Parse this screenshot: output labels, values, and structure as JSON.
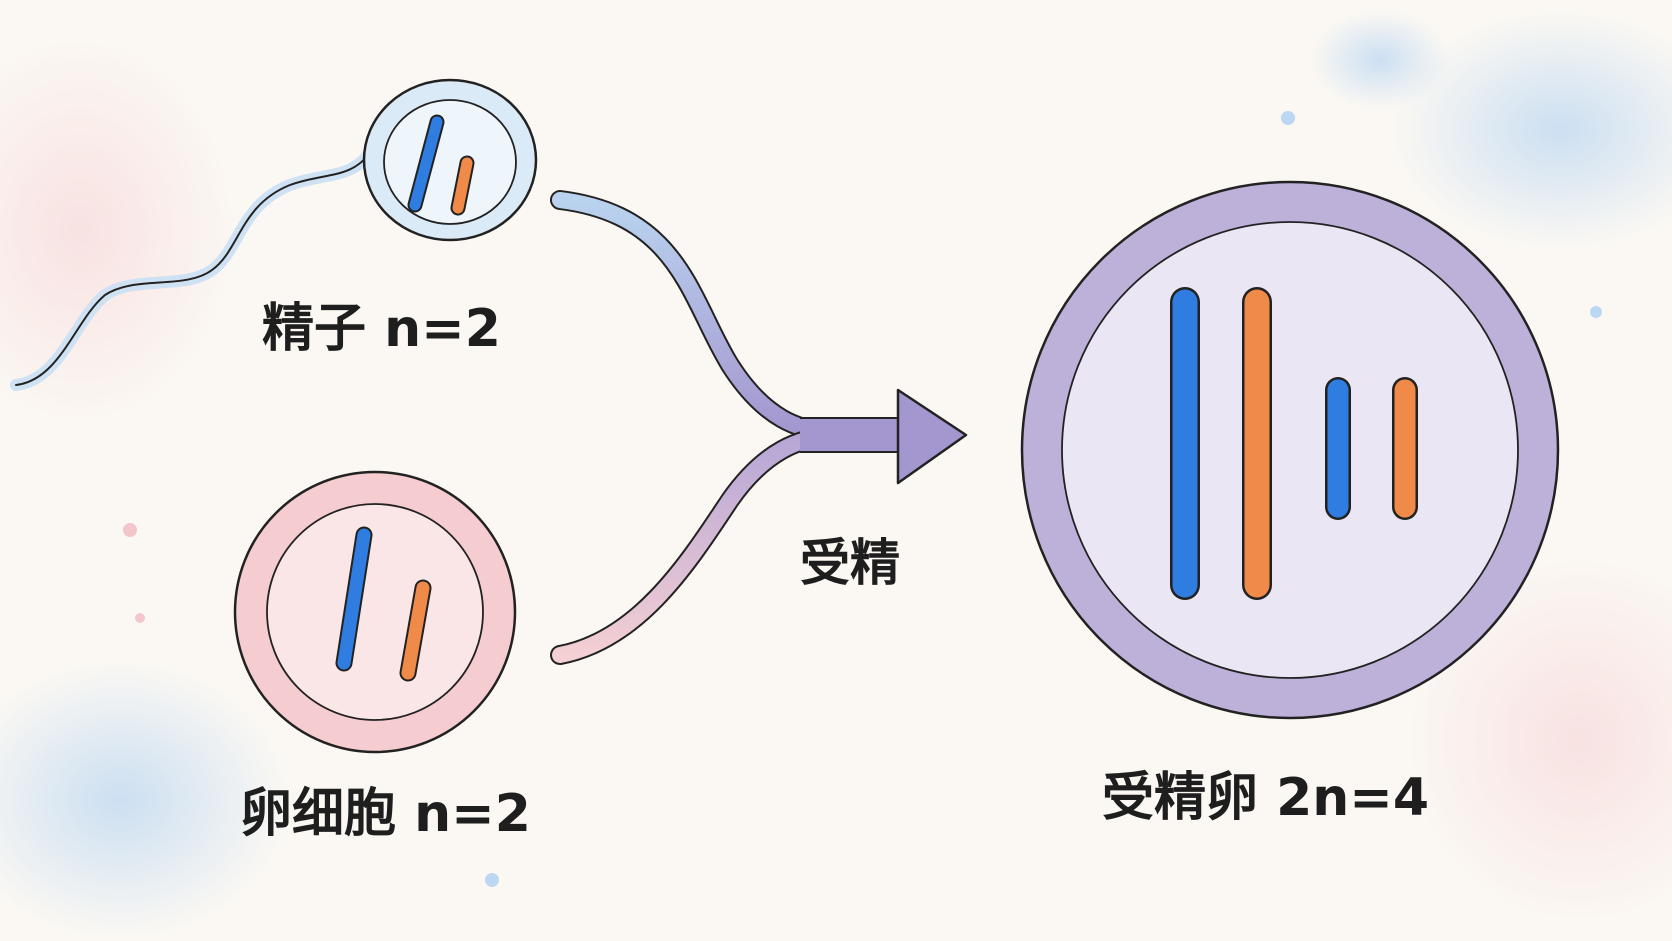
{
  "sperm": {
    "label": "精子 n=2",
    "color": "#a9cbe8",
    "chromosomes": [
      {
        "color": "#2f7de0",
        "size": "long"
      },
      {
        "color": "#f08a48",
        "size": "short"
      }
    ]
  },
  "egg": {
    "label": "卵细胞 n=2",
    "color": "#f4c8cc",
    "chromosomes": [
      {
        "color": "#2f7de0",
        "size": "long"
      },
      {
        "color": "#f08a48",
        "size": "short"
      }
    ]
  },
  "process": {
    "label": "受精",
    "arrow_color": "#9a8cc6"
  },
  "zygote": {
    "label": "受精卵 2n=4",
    "color": "#b9acd8",
    "chromosomes": [
      {
        "color": "#2f7de0",
        "size": "long"
      },
      {
        "color": "#f08a48",
        "size": "long"
      },
      {
        "color": "#2f7de0",
        "size": "short"
      },
      {
        "color": "#f08a48",
        "size": "short"
      }
    ]
  }
}
